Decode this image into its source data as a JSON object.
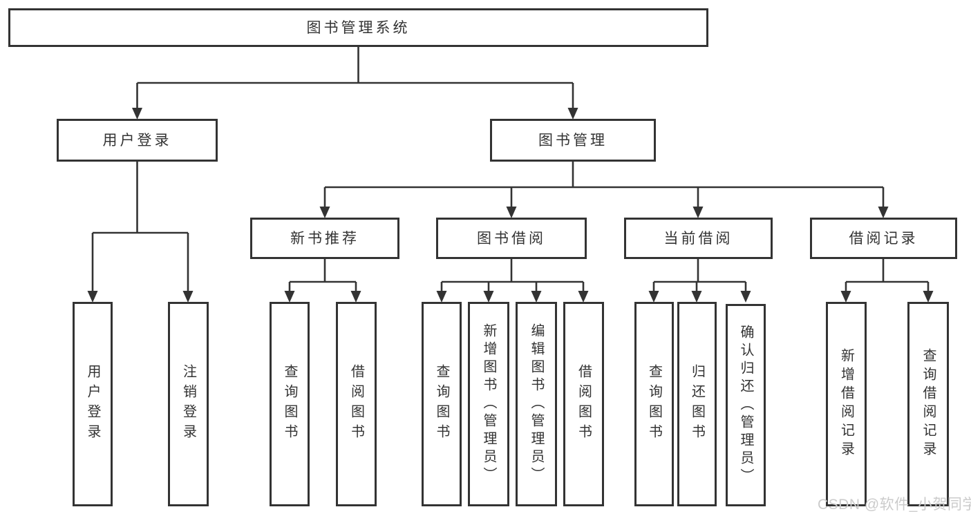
{
  "diagram": {
    "title": "图书管理系统",
    "level2": {
      "user_login": "用户登录",
      "book_management": "图书管理"
    },
    "level3": {
      "new_book_recommend": "新书推荐",
      "book_borrow": "图书借阅",
      "current_borrow": "当前借阅",
      "borrow_records": "借阅记录"
    },
    "leaves": {
      "user_login": "用户登录",
      "logout": "注销登录",
      "query_books_1": "查询图书",
      "borrow_books_1": "借阅图书",
      "query_books_2": "查询图书",
      "add_books_admin": "新增图书（管理员）",
      "edit_books_admin": "编辑图书（管理员）",
      "borrow_books_2": "借阅图书",
      "query_books_3": "查询图书",
      "return_books": "归还图书",
      "confirm_return_admin": "确认归还（管理员）",
      "add_borrow_record": "新增借阅记录",
      "query_borrow_record": "查询借阅记录"
    }
  },
  "watermark": "CSDN @软件_小贺同学",
  "colors": {
    "line": "#333333",
    "box_border": "#333333",
    "text": "#333333",
    "watermark": "#cbcbcb",
    "background": "#ffffff"
  }
}
